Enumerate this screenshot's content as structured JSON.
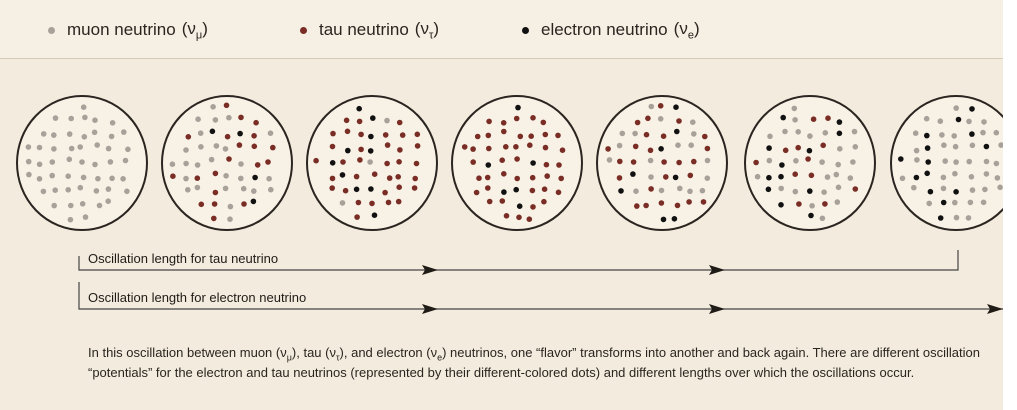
{
  "legend": [
    {
      "name": "muon neutrino",
      "symbol": "ν",
      "subscript": "μ",
      "color": "#a8a19a"
    },
    {
      "name": "tau neutrino",
      "symbol": "ν",
      "subscript": "τ",
      "color": "#7a2d24"
    },
    {
      "name": "electron neutrino",
      "symbol": "ν",
      "subscript": "e",
      "color": "#111111"
    }
  ],
  "colors": {
    "background": "#f3ebdd",
    "circle_fill": "#f7f1e6",
    "circle_stroke": "#2a2520",
    "line": "#444444"
  },
  "stages": [
    {
      "muon": 68,
      "tau": 0,
      "electron": 0
    },
    {
      "muon": 44,
      "tau": 20,
      "electron": 4
    },
    {
      "muon": 22,
      "tau": 36,
      "electron": 10
    },
    {
      "muon": 12,
      "tau": 44,
      "electron": 12
    },
    {
      "muon": 34,
      "tau": 26,
      "electron": 8
    },
    {
      "muon": 44,
      "tau": 12,
      "electron": 12
    },
    {
      "muon": 54,
      "tau": 0,
      "electron": 14
    }
  ],
  "arrows": {
    "tau_label": "Oscillation length for tau neutrino",
    "electron_label": "Oscillation length for electron neutrino"
  },
  "caption": {
    "p1": "In this oscillation between muon (",
    "p2": "), tau (",
    "p3": "), and electron (",
    "p4": ") neutrinos, one “flavor” transforms into another and back again. There are different oscillation “potentials” for the electron and tau neutrinos (represented by their different-colored dots) and different lengths over which the oscillations occur."
  }
}
